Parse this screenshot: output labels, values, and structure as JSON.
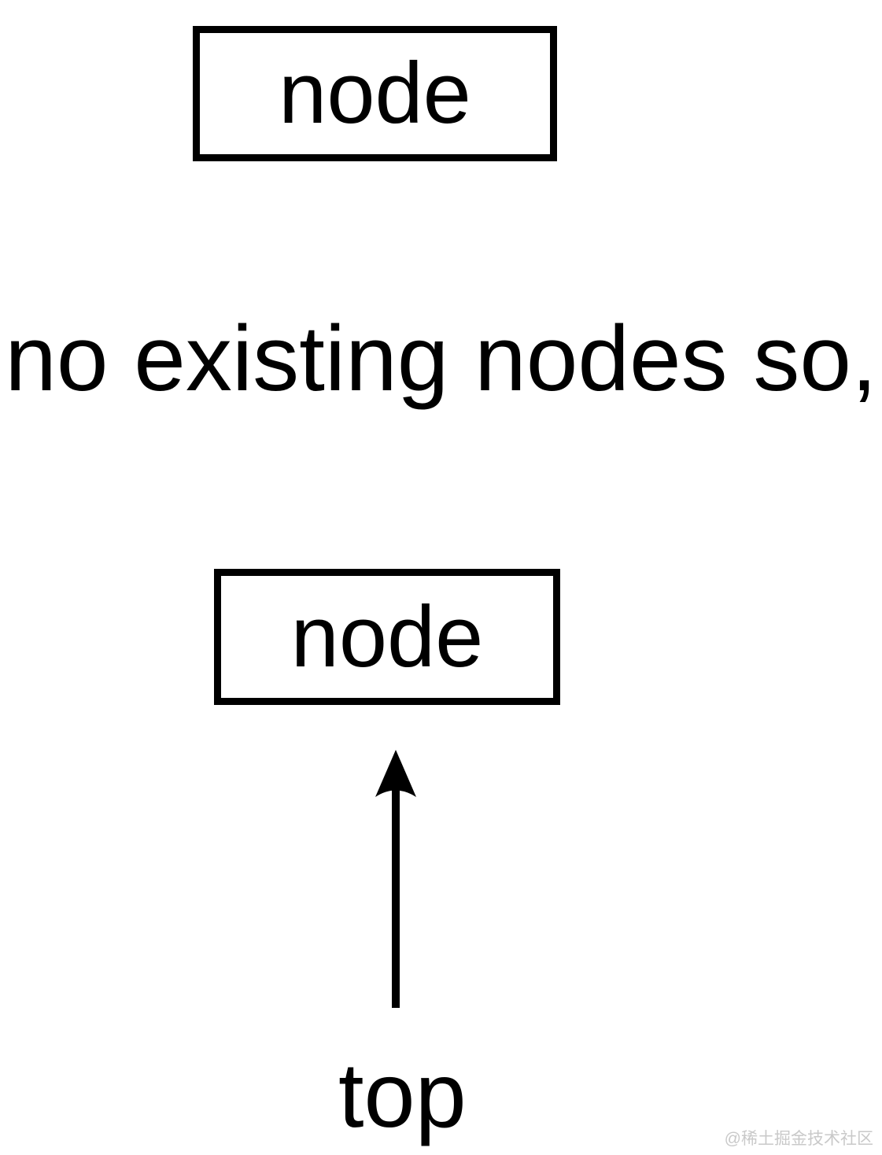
{
  "page": {
    "background": "#ffffff"
  },
  "diagram": {
    "top_node_box": {
      "label": "node"
    },
    "caption": "no existing nodes so,",
    "bottom_node_box": {
      "label": "node"
    },
    "pointer": {
      "label": "top",
      "arrow_direction": "up"
    },
    "colors": {
      "stroke": "#000000",
      "text": "#000000"
    }
  },
  "watermark": {
    "text": "@稀土掘金技术社区",
    "color": "#c9c9c9"
  }
}
